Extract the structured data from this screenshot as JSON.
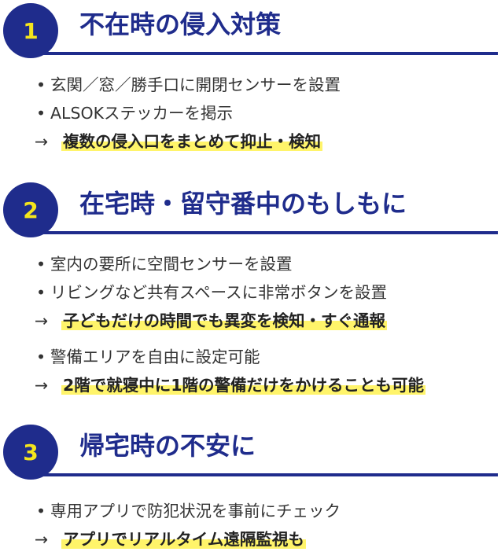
{
  "sections": [
    {
      "number": "1",
      "title": "不在時の侵入対策",
      "items": [
        "玄関／窓／勝手口に開閉センサーを設置",
        "ALSOKステッカーを掲示"
      ],
      "arrow": "→",
      "result": "複数の侵入口をまとめて抑止・検知"
    },
    {
      "number": "2",
      "title": "在宅時・留守番中のもしもに",
      "items": [
        "室内の要所に空間センサーを設置",
        "リビングなど共有スペースに非常ボタンを設置"
      ],
      "arrow": "→",
      "result": "子どもだけの時間でも異変を検知・すぐ通報",
      "items2": [
        "警備エリアを自由に設定可能"
      ],
      "result2": "2階で就寝中に1階の警備だけをかけることも可能"
    },
    {
      "number": "3",
      "title": "帰宅時の不安に",
      "items": [
        "専用アプリで防犯状況を事前にチェック"
      ],
      "arrow": "→",
      "result": "アプリでリアルタイム遠隔監視も"
    }
  ],
  "bullet": "•",
  "colors": {
    "navy": "#1f2c8c",
    "number": "#f4e51d",
    "highlight": "#fff46a",
    "text": "#333333"
  }
}
